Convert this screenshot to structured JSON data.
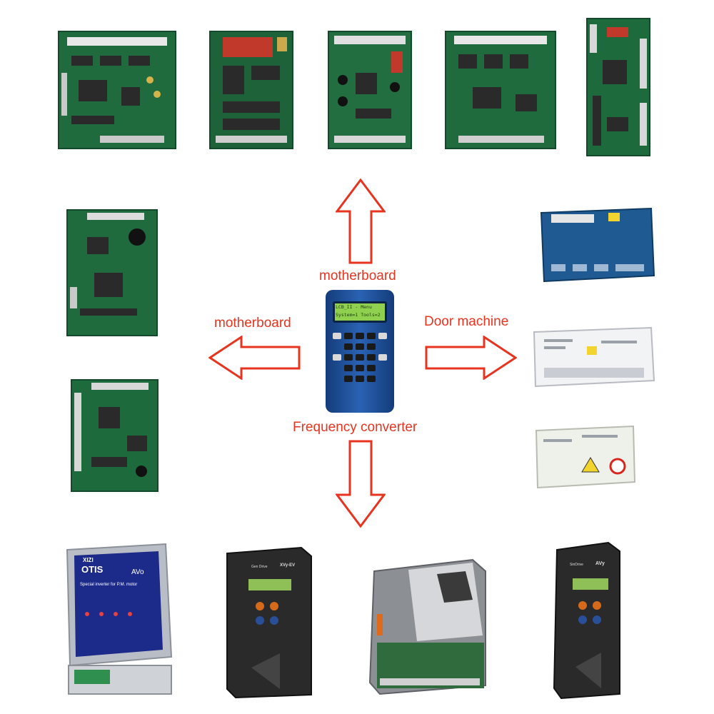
{
  "labels": {
    "top": "motherboard",
    "left": "motherboard",
    "right": "Door machine",
    "bottom": "Frequency converter"
  },
  "handheld": {
    "lcd_line1": "LCB_II - Menu",
    "lcd_line2": "System=1 Tools=2"
  },
  "inverters": {
    "otis_brand": "XIZI",
    "otis_name": "OTIS",
    "otis_model": "AVo",
    "otis_subtitle": "Special inverter for P.M.  motor",
    "drive2_series": "Gen Drive",
    "drive2_model": "XVy-EV",
    "drive4_series": "SinDrive",
    "drive4_model": "AVy"
  },
  "colors": {
    "arrow": "#e8331f",
    "pcb_green": "#1f6b3e",
    "pcb_dark": "#134a2b",
    "handheld_blue": "#1d4f9a",
    "lcd_green": "#8fd14f",
    "door_blue": "#1f5a93",
    "inverter_dark": "#222222"
  }
}
